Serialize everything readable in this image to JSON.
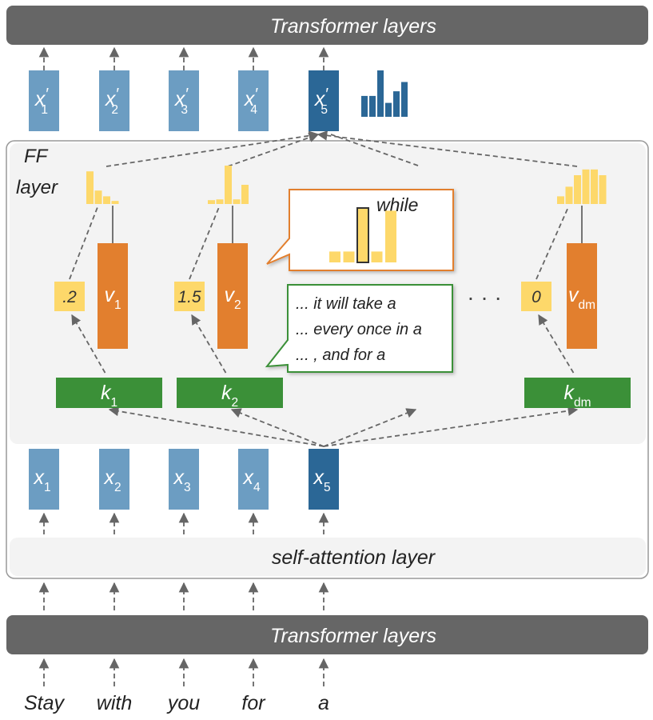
{
  "top_bar": {
    "label": "Transformer layers"
  },
  "bottom_bar": {
    "label": "Transformer layers"
  },
  "ff_layer": {
    "label_line1": "FF",
    "label_line2": "layer"
  },
  "self_attention": {
    "label": "self-attention layer"
  },
  "tokens": [
    "Stay",
    "with",
    "you",
    "for",
    "a"
  ],
  "inputs": [
    {
      "base": "x",
      "sub": "1"
    },
    {
      "base": "x",
      "sub": "2"
    },
    {
      "base": "x",
      "sub": "3"
    },
    {
      "base": "x",
      "sub": "4"
    },
    {
      "base": "x",
      "sub": "5"
    }
  ],
  "outputs": [
    {
      "base": "x",
      "sub": "1",
      "prime": "′"
    },
    {
      "base": "x",
      "sub": "2",
      "prime": "′"
    },
    {
      "base": "x",
      "sub": "3",
      "prime": "′"
    },
    {
      "base": "x",
      "sub": "4",
      "prime": "′"
    },
    {
      "base": "x",
      "sub": "5",
      "prime": "′"
    }
  ],
  "memories": [
    {
      "coef": ".2",
      "key_base": "k",
      "key_sub": "1",
      "val_base": "v",
      "val_sub": "1",
      "hist": [
        0.85,
        0.35,
        0.2,
        0.08
      ]
    },
    {
      "coef": "1.5",
      "key_base": "k",
      "key_sub": "2",
      "val_base": "v",
      "val_sub": "2",
      "hist": [
        0.1,
        0.12,
        1.0,
        0.12,
        0.5
      ]
    },
    {
      "coef": "0",
      "key_base": "k",
      "key_sub": "dm",
      "val_base": "v",
      "val_sub": "dm",
      "hist": [
        0.2,
        0.45,
        0.75,
        0.9,
        0.9,
        0.75
      ]
    }
  ],
  "ellipsis": "· · ·",
  "value_callout": {
    "word": "while",
    "hist": [
      0.2,
      0.2,
      1.0,
      0.2,
      0.95
    ],
    "highlight_index": 2
  },
  "key_callout": {
    "lines": [
      "... it will take a",
      "... every once in a",
      "... , and for a"
    ]
  },
  "output_hist": [
    0.45,
    0.45,
    1.0,
    0.3,
    0.55,
    0.75
  ],
  "colors": {
    "bar_dark": "#666666",
    "vec_light": "#6c9dc2",
    "vec_dark": "#2b6796",
    "key_green": "#3b9038",
    "value_orange": "#e27f2e",
    "coef_yellow": "#fdd86a",
    "panel_fill": "#f3f3f3",
    "callout_orange": "#e27f2e",
    "callout_green": "#3b9038",
    "arrow": "#666666"
  }
}
